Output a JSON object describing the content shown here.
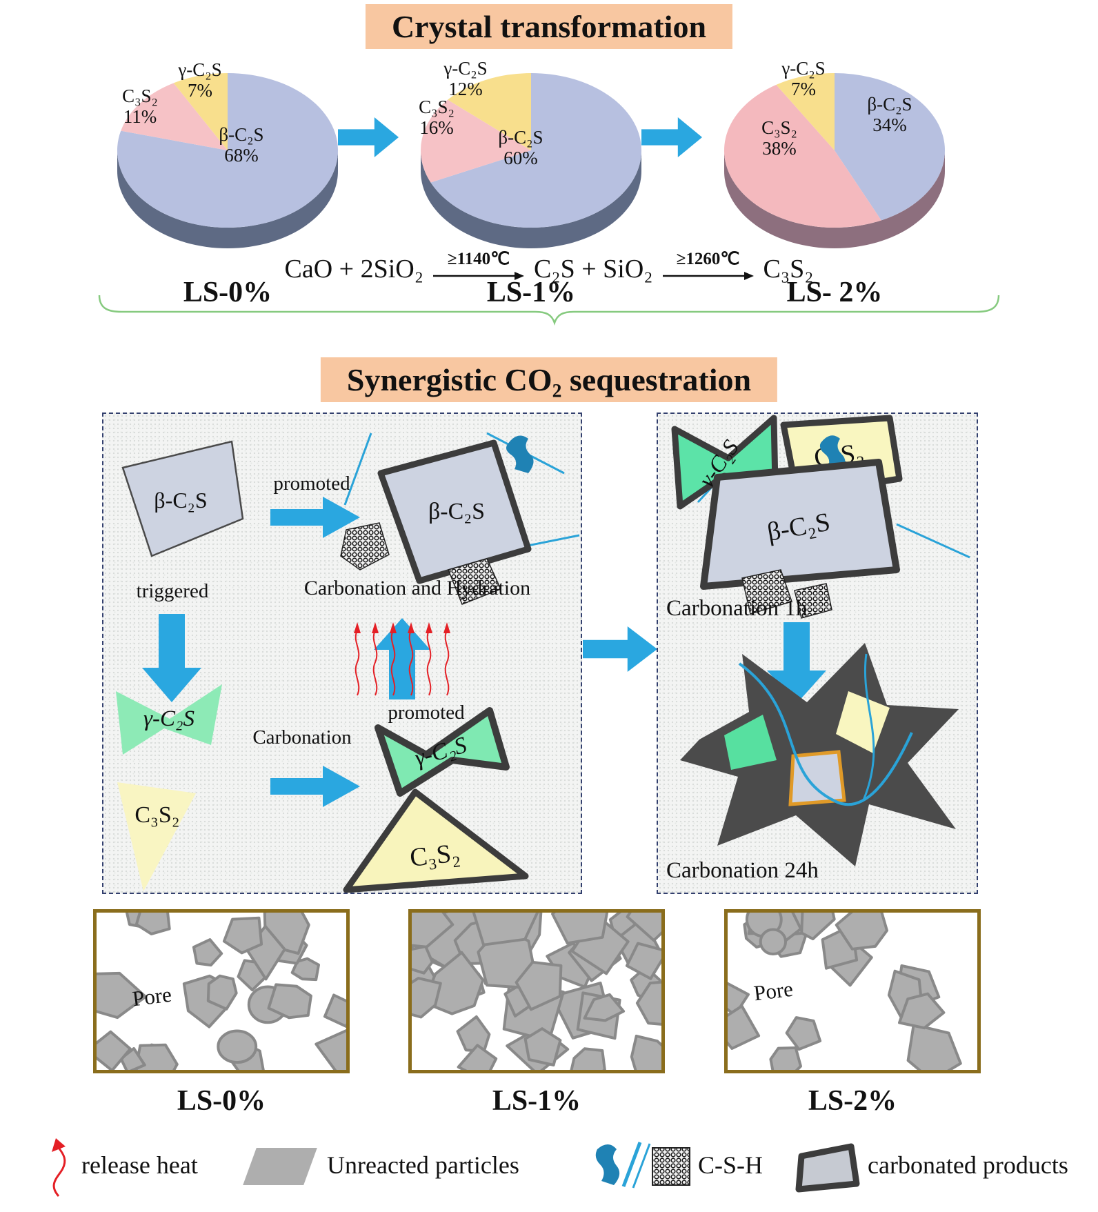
{
  "title_top": "Crystal transformation",
  "title_mid": "Synergistic CO₂ sequestration",
  "pies": [
    {
      "label": "LS-0%",
      "side": "#5e6a84",
      "slices": [
        {
          "name": "β-C₂S",
          "pct": "68%",
          "value": 68,
          "color": "#b7c0e0"
        },
        {
          "name": "C₃S₂",
          "pct": "11%",
          "value": 11,
          "color": "#f6c2c6"
        },
        {
          "name": "γ-C₂S",
          "pct": "7%",
          "value": 7,
          "color": "#f8df8d"
        }
      ]
    },
    {
      "label": "LS-1%",
      "side": "#5e6a84",
      "slices": [
        {
          "name": "β-C₂S",
          "pct": "60%",
          "value": 60,
          "color": "#b7c0e0"
        },
        {
          "name": "C₃S₂",
          "pct": "16%",
          "value": 16,
          "color": "#f6c2c6"
        },
        {
          "name": "γ-C₂S",
          "pct": "12%",
          "value": 12,
          "color": "#f8df8d"
        }
      ]
    },
    {
      "label": "LS- 2%",
      "side": "#8d6f7e",
      "slices": [
        {
          "name": "β-C₂S",
          "pct": "34%",
          "value": 34,
          "color": "#b7c0e0"
        },
        {
          "name": "C₃S₂",
          "pct": "38%",
          "value": 38,
          "color": "#f4b9be"
        },
        {
          "name": "γ-C₂S",
          "pct": "7%",
          "value": 7,
          "color": "#f8df8d"
        }
      ]
    }
  ],
  "chart_data": [
    {
      "type": "pie",
      "title": "LS-0%",
      "labels": [
        "β-C₂S",
        "C₃S₂",
        "γ-C₂S"
      ],
      "values": [
        68,
        11,
        7
      ],
      "unit": "%"
    },
    {
      "type": "pie",
      "title": "LS-1%",
      "labels": [
        "β-C₂S",
        "C₃S₂",
        "γ-C₂S"
      ],
      "values": [
        60,
        16,
        12
      ],
      "unit": "%"
    },
    {
      "type": "pie",
      "title": "LS- 2%",
      "labels": [
        "β-C₂S",
        "C₃S₂",
        "γ-C₂S"
      ],
      "values": [
        34,
        38,
        7
      ],
      "unit": "%"
    }
  ],
  "equation": {
    "lhs": "CaO + 2SiO₂",
    "cond1": "≥1140℃",
    "mid": "C₂S + SiO₂",
    "cond2": "≥1260℃",
    "rhs": "C₃S₂"
  },
  "left_box": {
    "beta_source": "β-C₂S",
    "promoted_top": "promoted",
    "triggered": "triggered",
    "carbonation_hydration": "Carbonation and Hydration",
    "promoted_bottom": "promoted",
    "gamma_source": "γ-C₂S",
    "carbonation": "Carbonation",
    "c3s2_source": "C₃S₂",
    "beta_carbonated": "β-C₂S",
    "gamma_carbonated": "γ-C₂S",
    "c3s2_carbonated": "C₃S₂"
  },
  "right_box": {
    "gamma": "γ-C₂S",
    "c3s2": "C₃S₂",
    "beta": "β-C₂S",
    "carbonation_1h": "Carbonation 1h",
    "carbonation_24h": "Carbonation 24h"
  },
  "bottom": {
    "labels": [
      "LS-0%",
      "LS-1%",
      "LS-2%"
    ],
    "pore": "Pore"
  },
  "legend": {
    "release_heat": "release heat",
    "unreacted": "Unreacted particles",
    "csh": "C-S-H",
    "carbonated": "carbonated products"
  },
  "colors": {
    "banner": "#f8c7a1",
    "arrow_blue": "#2aa7e0",
    "heat_red": "#e41f25",
    "beta_gray": "#cdd3e1",
    "gamma_green": "#7fe9b2",
    "c3s2_yellow": "#f8f4bc",
    "carbonated_rim": "#3c3c3c",
    "frame_olive": "#8a6d1c",
    "particle_gray": "#aeaeae"
  }
}
